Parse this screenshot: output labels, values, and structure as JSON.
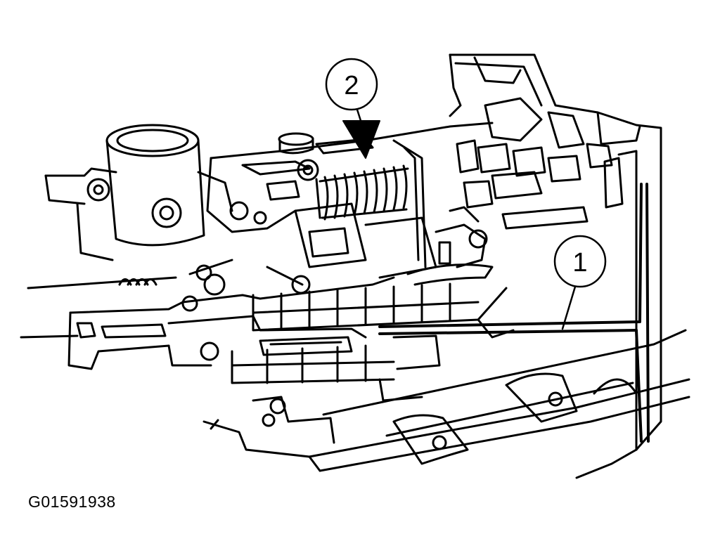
{
  "figure": {
    "callouts": [
      {
        "id": "1",
        "label": "1"
      },
      {
        "id": "2",
        "label": "2"
      }
    ],
    "figure_code": "G01591938",
    "line_color": "#000000",
    "background_color": "#ffffff"
  }
}
